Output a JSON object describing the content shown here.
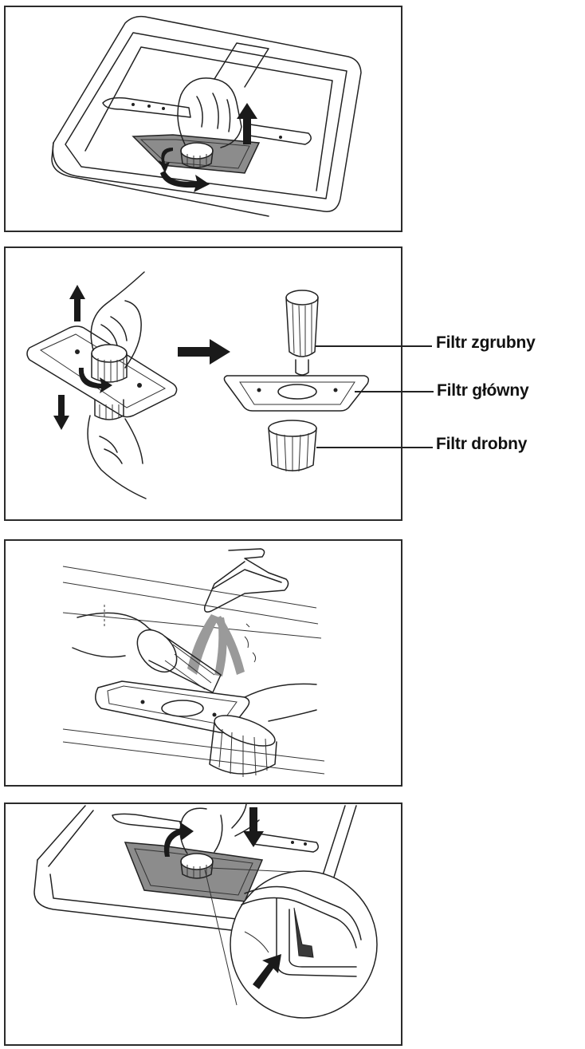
{
  "figure": {
    "panels": [
      {
        "id": "step-1",
        "depicts": "remove-filter-from-tub"
      },
      {
        "id": "step-2",
        "depicts": "separate-filter-parts"
      },
      {
        "id": "step-3",
        "depicts": "rinse-filters-under-tap"
      },
      {
        "id": "step-4",
        "depicts": "reinstall-filter"
      }
    ],
    "labels": {
      "coarse": "Filtr zgrubny",
      "main": "Filtr główny",
      "fine": "Filtr drobny"
    }
  },
  "colors": {
    "line": "#222222",
    "frame": "#2b2b2b",
    "filter_plate": "#8c8c8c",
    "water": "#9a9a9a",
    "arrow": "#1a1a1a"
  }
}
